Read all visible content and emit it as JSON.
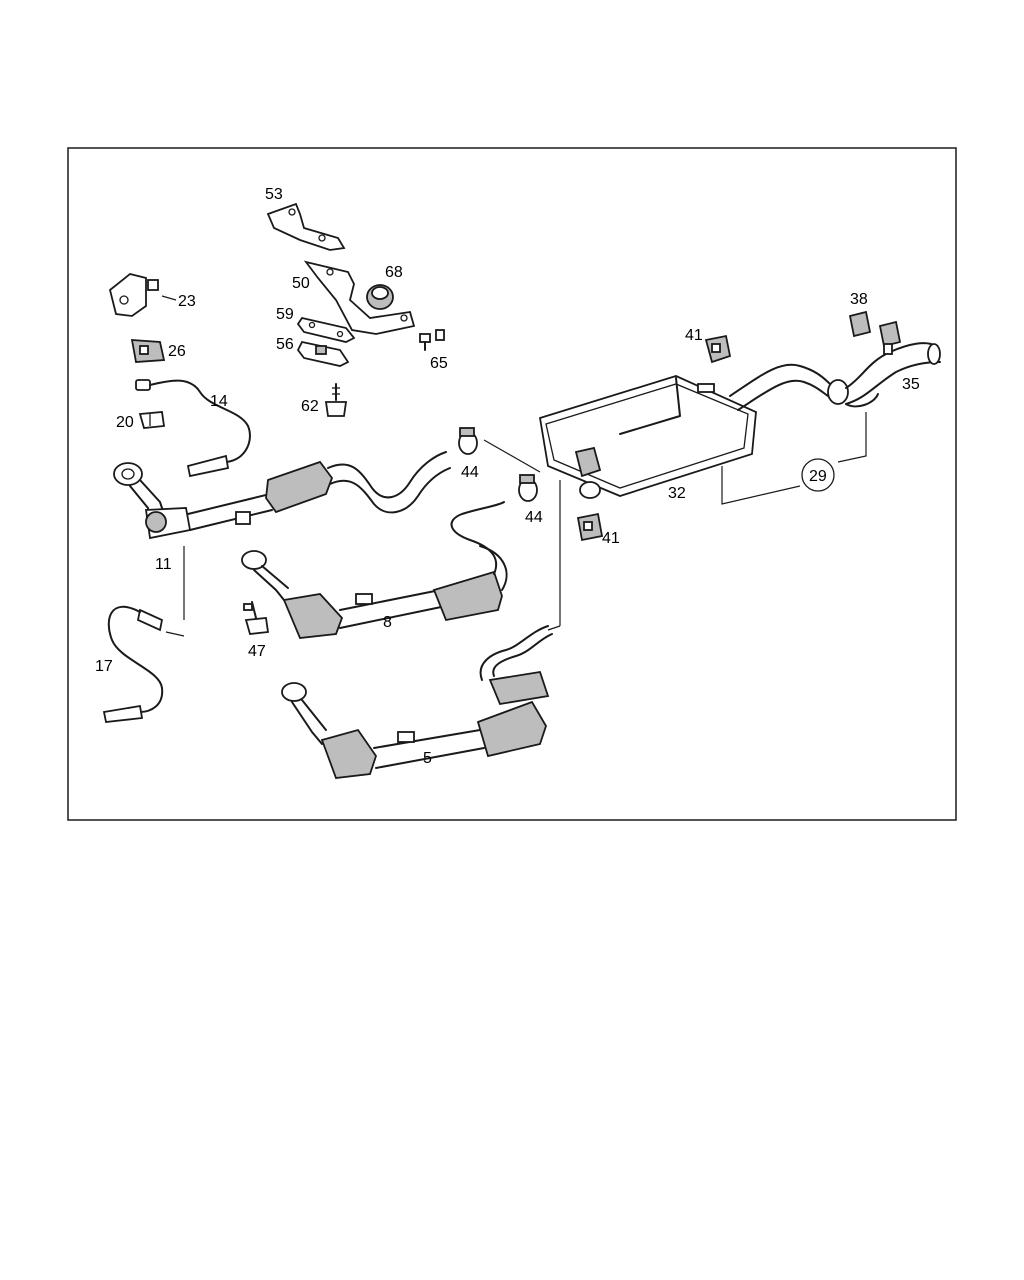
{
  "callouts": {
    "c53": "53",
    "c50": "50",
    "c68": "68",
    "c23": "23",
    "c59": "59",
    "c56": "56",
    "c65": "65",
    "c26": "26",
    "c14": "14",
    "c62": "62",
    "c20": "20",
    "c41a": "41",
    "c38": "38",
    "c35": "35",
    "c44a": "44",
    "c44b": "44",
    "c32": "32",
    "c29": "29",
    "c41b": "41",
    "c11": "11",
    "c8": "8",
    "c47": "47",
    "c17": "17",
    "c5": "5"
  }
}
